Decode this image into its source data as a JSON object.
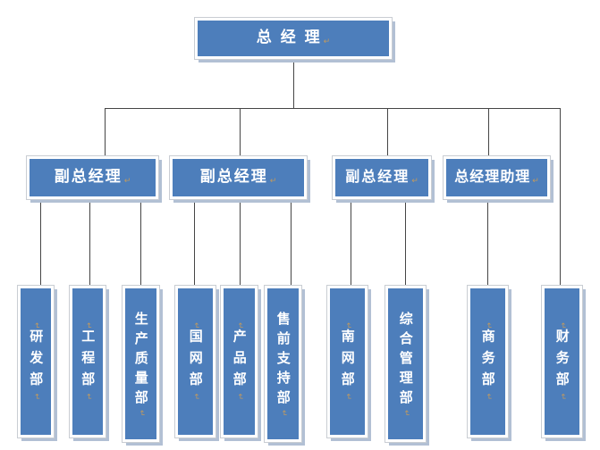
{
  "org": {
    "root": {
      "label": "总 经 理"
    },
    "managers": [
      {
        "label": "副总经理"
      },
      {
        "label": "副总经理"
      },
      {
        "label": "副总经理"
      },
      {
        "label": "总经理助理"
      }
    ],
    "departments": [
      {
        "label": "研发部"
      },
      {
        "label": "工程部"
      },
      {
        "label": "生产质量部"
      },
      {
        "label": "国网部"
      },
      {
        "label": "产品部"
      },
      {
        "label": "售前支持部"
      },
      {
        "label": "南网部"
      },
      {
        "label": "综合管理部"
      },
      {
        "label": "商务部"
      },
      {
        "label": "财务部"
      }
    ],
    "structure": {
      "root": "总经理",
      "branches": [
        {
          "manager": "副总经理",
          "departments": [
            "研发部",
            "工程部",
            "生产质量部"
          ]
        },
        {
          "manager": "副总经理",
          "departments": [
            "国网部",
            "产品部",
            "售前支持部"
          ]
        },
        {
          "manager": "副总经理",
          "departments": [
            "南网部",
            "综合管理部"
          ]
        },
        {
          "manager": "总经理助理",
          "departments": [
            "商务部"
          ]
        }
      ],
      "root_direct_departments": [
        "财务部"
      ]
    },
    "icons": {
      "return_mark": "↵"
    },
    "colors": {
      "node_fill": "#4d7ebb",
      "node_border": "#ffffff",
      "node_outline": "#c9cdd3",
      "node_shadow": "#b2c0d4",
      "node_text": "#ffffff",
      "connector": "#454545",
      "return_mark": "#bf9960"
    }
  }
}
